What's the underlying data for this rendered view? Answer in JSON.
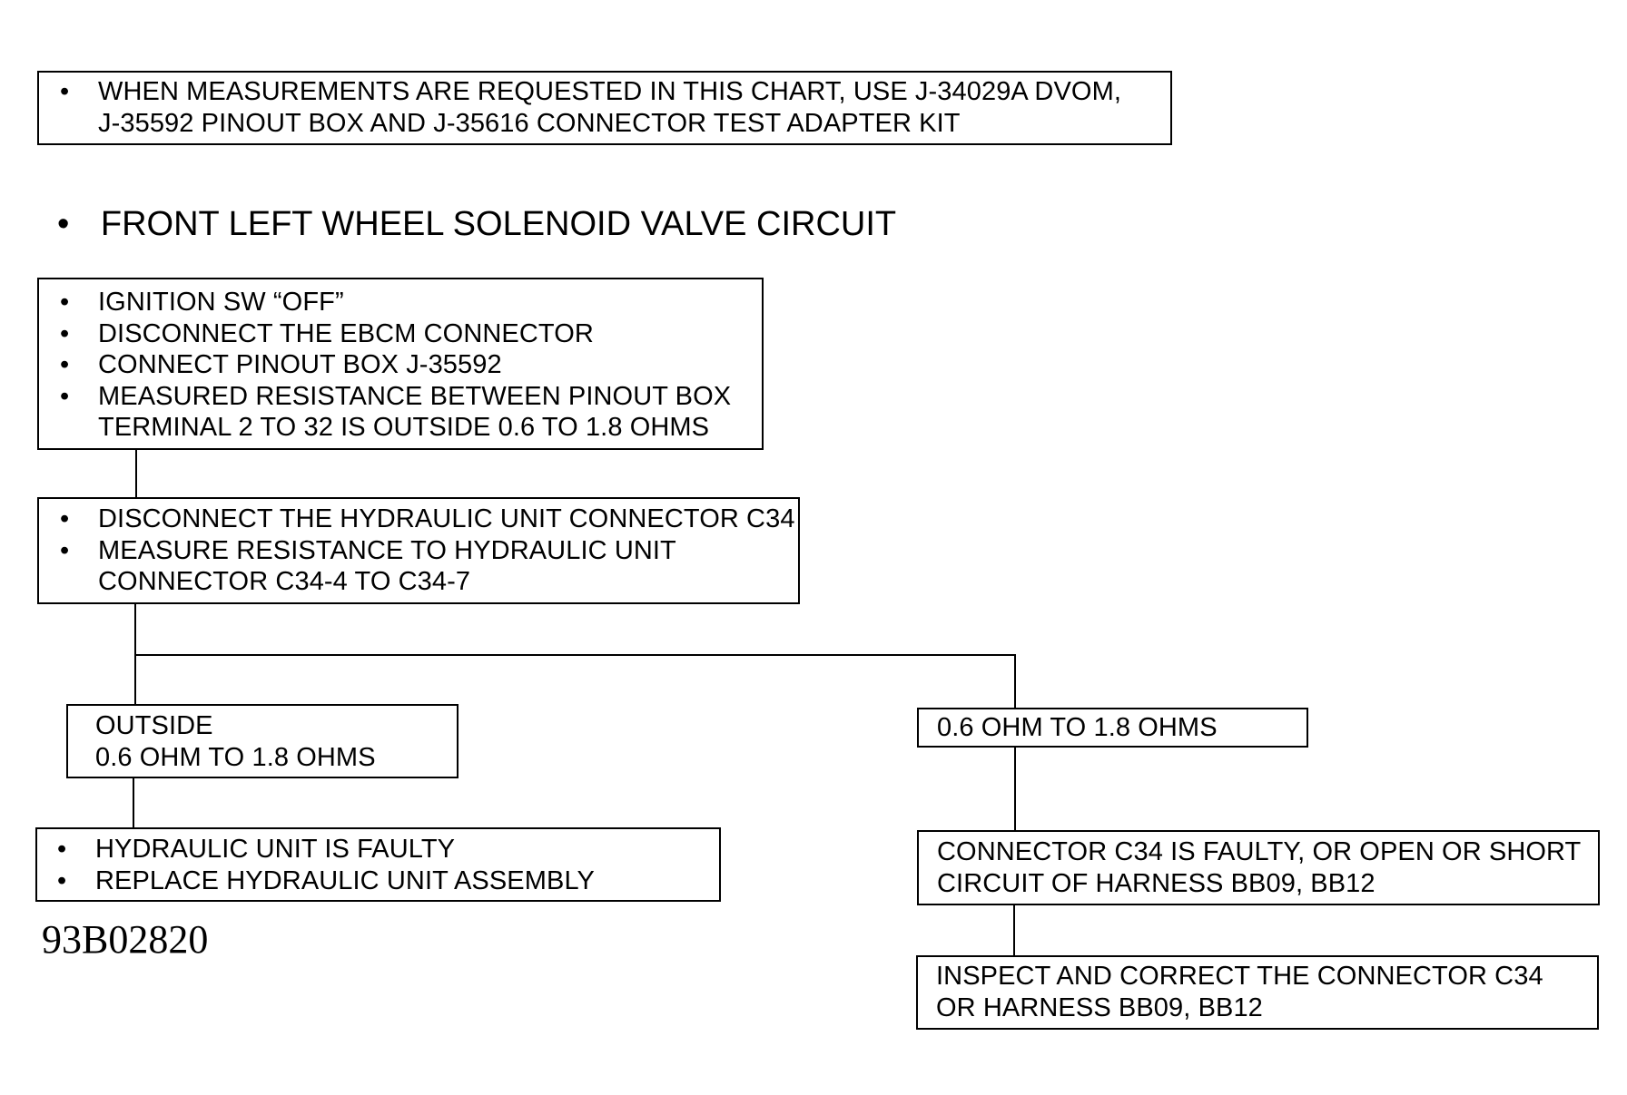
{
  "note_box": {
    "bullet": "•",
    "lines": [
      "WHEN MEASUREMENTS ARE REQUESTED IN THIS CHART, USE J-34029A DVOM,",
      "J-35592 PINOUT BOX AND J-35616 CONNECTOR TEST ADAPTER KIT"
    ]
  },
  "heading": {
    "bullet": "•",
    "text": "FRONT LEFT WHEEL SOLENOID VALVE CIRCUIT"
  },
  "step1": {
    "items": [
      "IGNITION SW “OFF”",
      "DISCONNECT THE EBCM CONNECTOR",
      "CONNECT PINOUT BOX J-35592",
      "MEASURED RESISTANCE BETWEEN PINOUT BOX"
    ],
    "continuation": "TERMINAL 2 TO 32 IS OUTSIDE 0.6 TO 1.8 OHMS"
  },
  "step2": {
    "items": [
      "DISCONNECT THE HYDRAULIC UNIT CONNECTOR C34",
      "MEASURE RESISTANCE TO HYDRAULIC UNIT"
    ],
    "continuation": "CONNECTOR C34-4 TO C34-7"
  },
  "branch_left": {
    "lines": [
      "OUTSIDE",
      "0.6 OHM TO 1.8 OHMS"
    ]
  },
  "branch_right": {
    "lines": [
      "0.6 OHM TO 1.8 OHMS"
    ]
  },
  "result_left": {
    "items": [
      "HYDRAULIC UNIT IS FAULTY",
      "REPLACE HYDRAULIC UNIT ASSEMBLY"
    ]
  },
  "result_right": {
    "lines": [
      "CONNECTOR C34 IS FAULTY, OR OPEN OR SHORT",
      "CIRCUIT OF HARNESS BB09, BB12"
    ]
  },
  "action_right": {
    "lines": [
      "INSPECT AND CORRECT THE CONNECTOR C34",
      "OR HARNESS BB09, BB12"
    ]
  },
  "figure_code": "93B02820"
}
